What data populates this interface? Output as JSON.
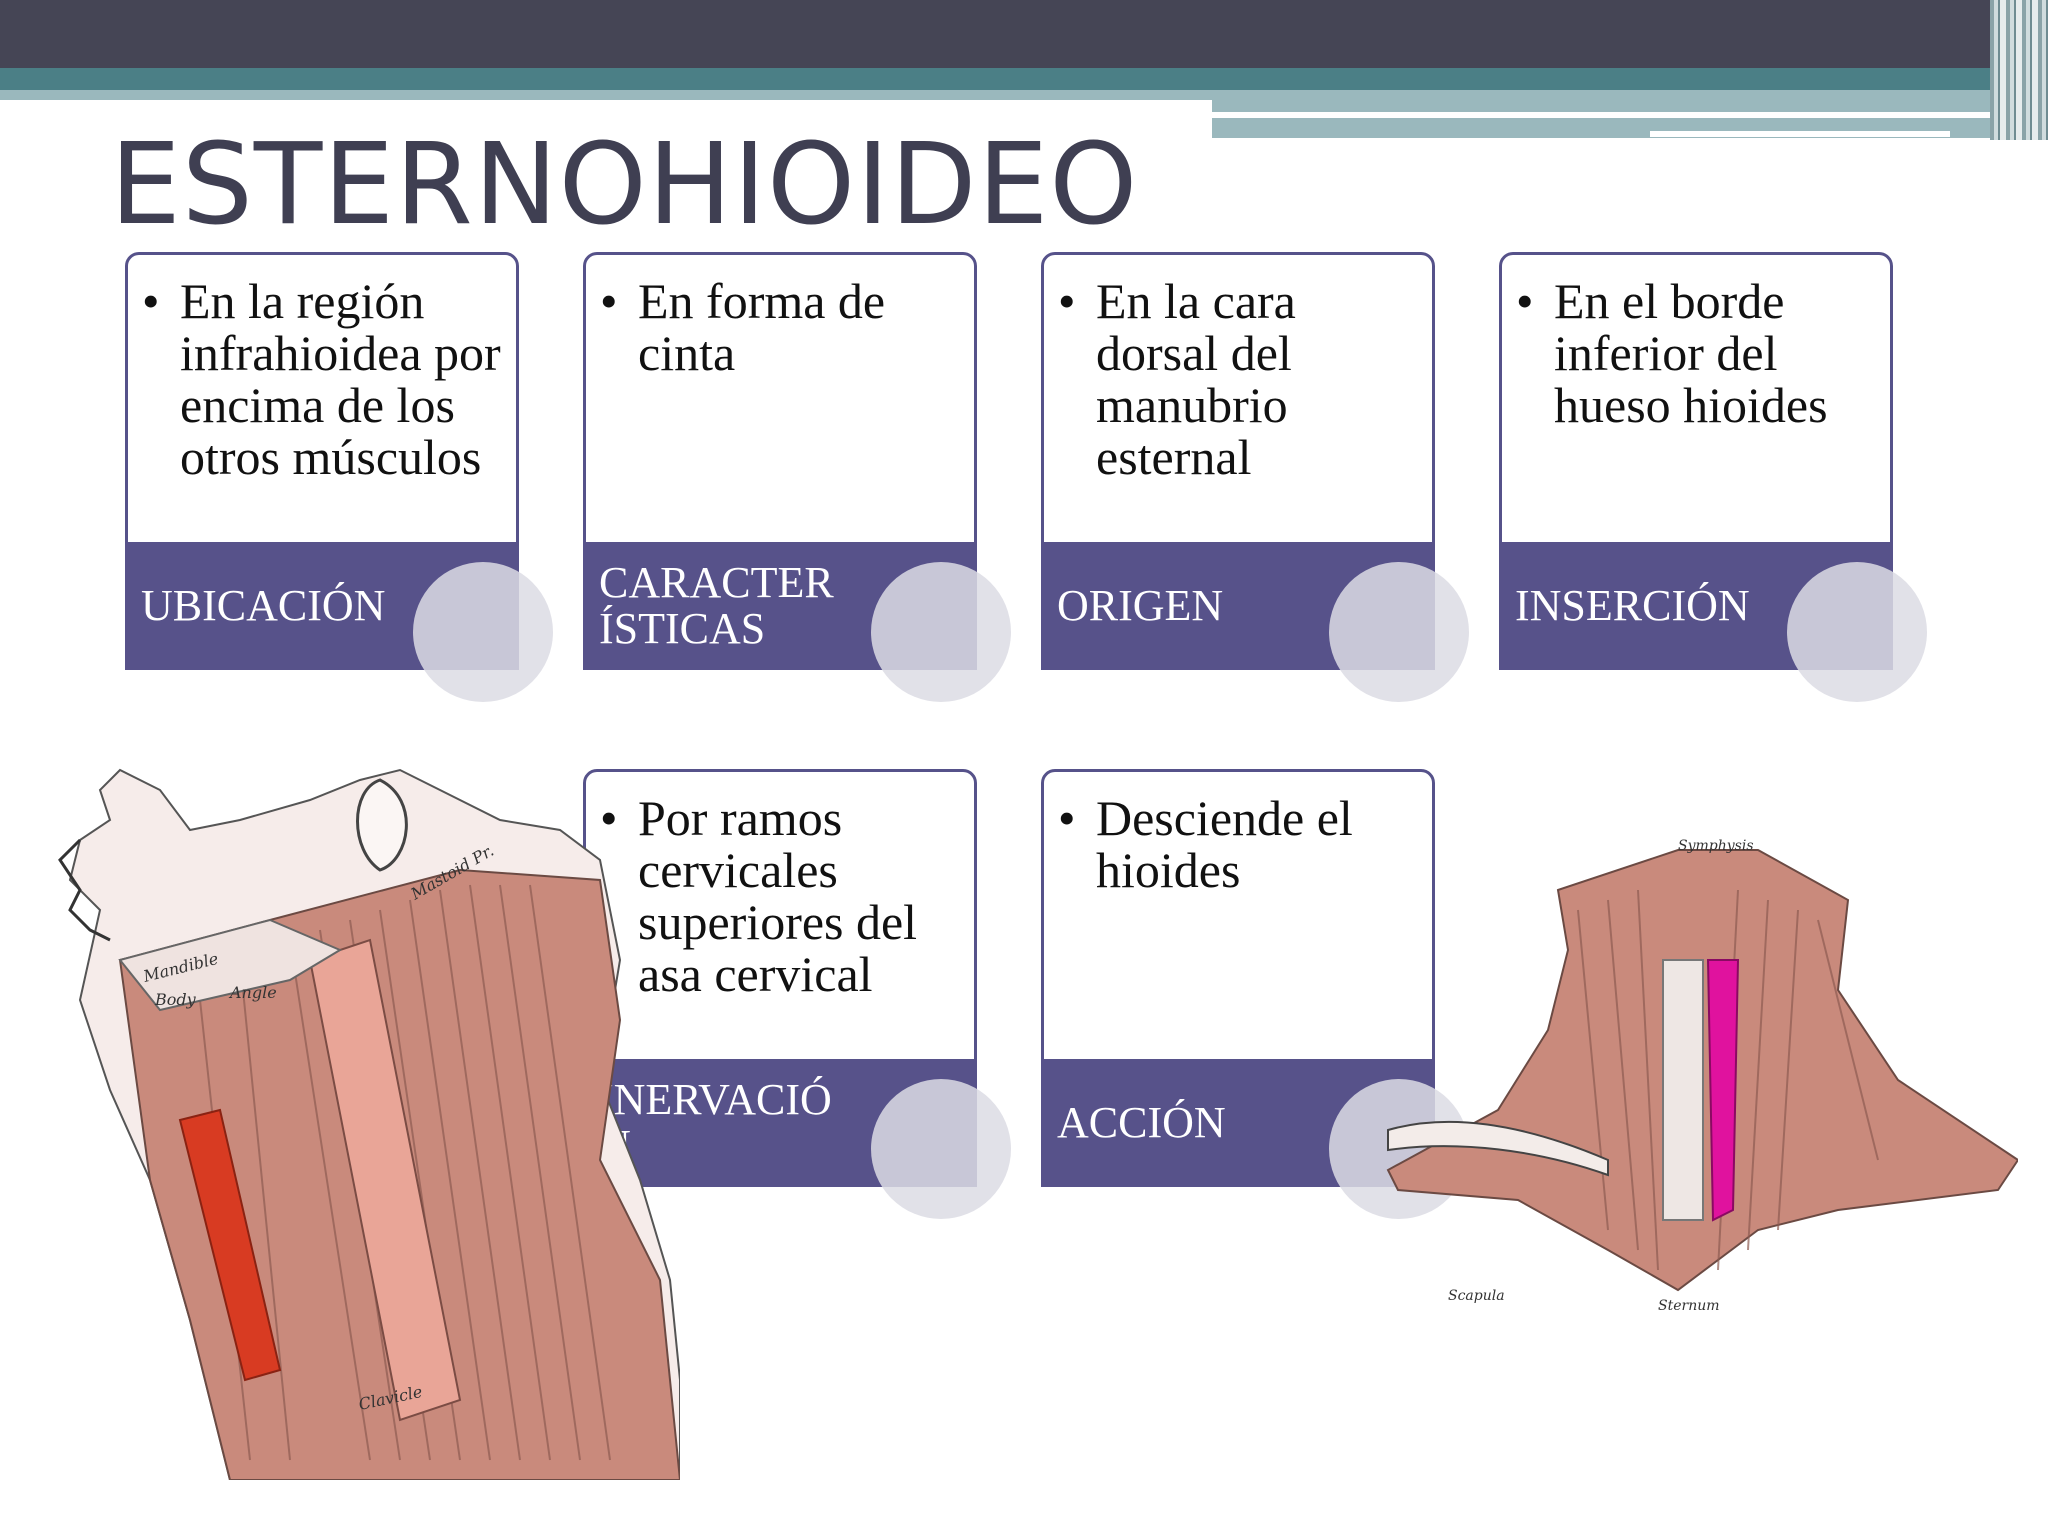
{
  "slide": {
    "title": "ESTERNOHIOIDEO",
    "cards": [
      {
        "bullet": "•",
        "text": "En la región infrahioidea por encima de los otros músculos",
        "label": "UBICACIÓN"
      },
      {
        "bullet": "•",
        "text": "En forma de cinta",
        "label": "CARACTER ÍSTICAS"
      },
      {
        "bullet": "•",
        "text": "En la cara dorsal del manubrio esternal",
        "label": "ORIGEN"
      },
      {
        "bullet": "•",
        "text": "En el borde inferior del hueso hioides",
        "label": "INSERCIÓN"
      },
      {
        "bullet": "•",
        "text": "Por ramos cervicales superiores del asa cervical",
        "label": "INERVACIÓ N"
      },
      {
        "bullet": "•",
        "text": "Desciende el hioides",
        "label": "ACCIÓN"
      }
    ],
    "illustrations": {
      "left": {
        "labels": [
          "Mandible",
          "Body",
          "Angle",
          "Mastoid Pr.",
          "Clavicle"
        ]
      },
      "right": {
        "labels": [
          "Symphysis",
          "Scapula",
          "Sternum"
        ]
      }
    },
    "colors": {
      "header": "#454555",
      "accent_band": "#4b7f86",
      "light_band": "#9ab8bd",
      "card_border": "#56528a",
      "card_bar": "#57528a",
      "title": "#3f3f52",
      "muscle_highlight_left": "#d83b22",
      "muscle_highlight_right": "#e0129e"
    }
  }
}
